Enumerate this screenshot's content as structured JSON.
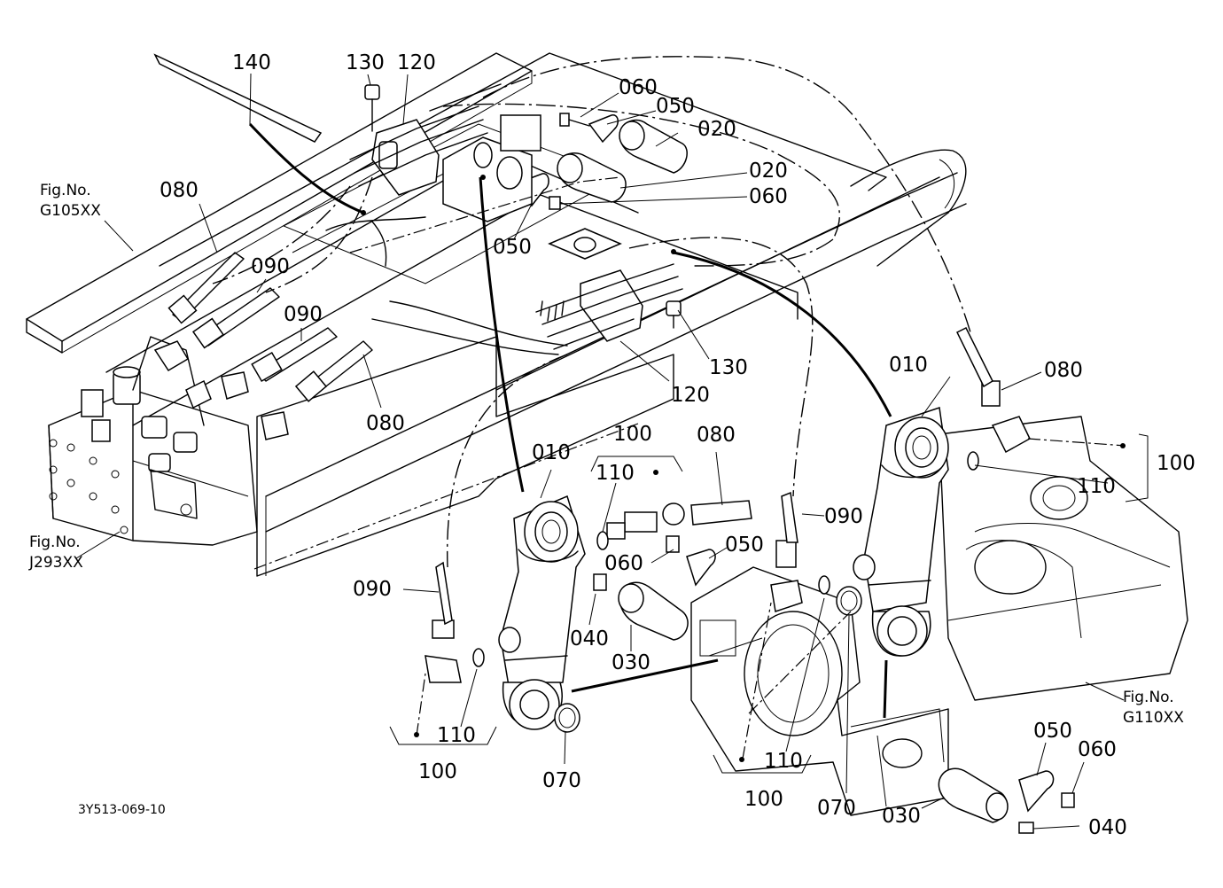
{
  "diagram": {
    "part_labels": {
      "p140": "140",
      "p130a": "130",
      "p120a": "120",
      "p060a": "060",
      "p050a": "050",
      "p020a": "020",
      "p020b": "020",
      "p060b": "060",
      "p050b": "050",
      "p080a": "080",
      "p090a": "090",
      "p090b": "090",
      "p080b": "080",
      "p130b": "130",
      "p120b": "120",
      "p010a": "010",
      "p080c": "080",
      "p100a": "100",
      "p110a": "110",
      "p010b": "010",
      "p110b": "110",
      "p100b": "100",
      "p080d": "080",
      "p090c": "090",
      "p050c": "050",
      "p060c": "060",
      "p090d": "090",
      "p040a": "040",
      "p030a": "030",
      "p110c": "110",
      "p100c": "100",
      "p070a": "070",
      "p110d": "110",
      "p100d": "100",
      "p070b": "070",
      "p050d": "050",
      "p060d": "060",
      "p030b": "030",
      "p040b": "040"
    },
    "figure_refs": {
      "g105_title": "Fig.No.",
      "g105_code": "G105XX",
      "j293_title": "Fig.No.",
      "j293_code": "J293XX",
      "g110_title": "Fig.No.",
      "g110_code": "G110XX"
    },
    "drawing_code": "3Y513-069-10"
  }
}
